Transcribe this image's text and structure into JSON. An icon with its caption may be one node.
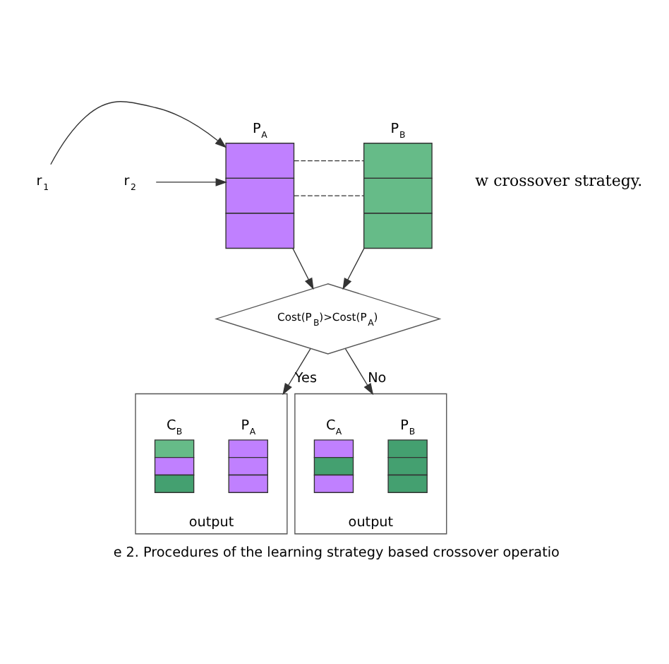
{
  "diagram": {
    "caption": "e 2. Procedures of the learning strategy based crossover operatio",
    "nodes": [
      {
        "text": [
          "r$_{1}$"
        ]
      },
      {
        "text": [
          "r$_{2}$"
        ]
      },
      {
        "text": [
          "P$_{A}$"
        ]
      },
      {
        "text": [
          "P$_{B}$"
        ]
      },
      {
        "text": [
          "Cost(P$_{B}$)>Cost(P$_{A}$)"
        ]
      },
      {
        "text": [
          "output"
        ]
      },
      {
        "text": [
          "C$_{B}$"
        ],
        "in": 5
      },
      {
        "text": [
          "P$_{A}$"
        ],
        "in": 5
      },
      {
        "text": [
          "output"
        ]
      },
      {
        "text": [
          "C$_{A}$"
        ],
        "in": 8
      },
      {
        "text": [
          "P$_{B}$"
        ],
        "in": 8
      }
    ],
    "edges": [
      {
        "from": 0,
        "to": 2,
        "arrow": "to"
      },
      {
        "from": 1,
        "to": 2,
        "arrow": "to"
      },
      {
        "from": 2,
        "to": 3,
        "arrow": "none",
        "style": "dashed"
      },
      {
        "from": 2,
        "to": 3,
        "arrow": "none",
        "style": "dashed"
      },
      {
        "from": 2,
        "to": 4,
        "arrow": "to"
      },
      {
        "from": 3,
        "to": 4,
        "arrow": "to"
      },
      {
        "from": 4,
        "to": 5,
        "label": "Yes",
        "arrow": "to"
      },
      {
        "from": 4,
        "to": 8,
        "label": "No",
        "arrow": "to"
      }
    ],
    "labels": [
      "w crossover strategy."
    ]
  }
}
